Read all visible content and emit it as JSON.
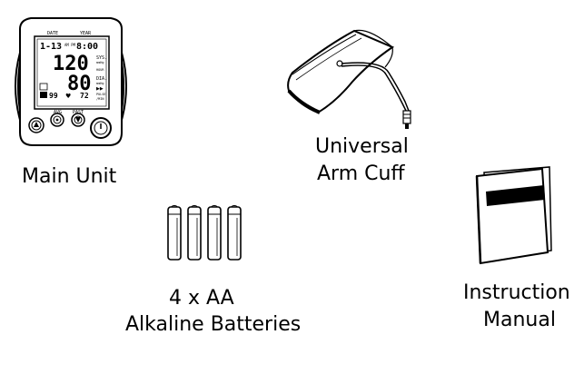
{
  "items": {
    "main_unit": {
      "caption": "Main Unit",
      "display": {
        "date_label": "DATE",
        "year_label": "YEAR",
        "date_value": "1-13",
        "am_pm": "AM PM",
        "time_value": "8:00",
        "systolic_value": "120",
        "systolic_label": "SYS.",
        "systolic_unit": "mmHg",
        "hour_label": "HOUR",
        "diastolic_value": "80",
        "diastolic_label": "DIA.",
        "diastolic_unit": "mmHg",
        "memory_value": "99",
        "pulse_value": "72",
        "pulse_label": "PULSE",
        "pulse_unit": "/MIN"
      },
      "buttons": {
        "avg_label": "AVG",
        "past_label": "PAST"
      }
    },
    "arm_cuff": {
      "caption_line1": "Universal",
      "caption_line2": "Arm Cuff"
    },
    "batteries": {
      "caption_line1": "4 x AA",
      "caption_line2": "Alkaline Batteries"
    },
    "manual": {
      "caption_line1": "Instruction",
      "caption_line2": "Manual"
    }
  }
}
